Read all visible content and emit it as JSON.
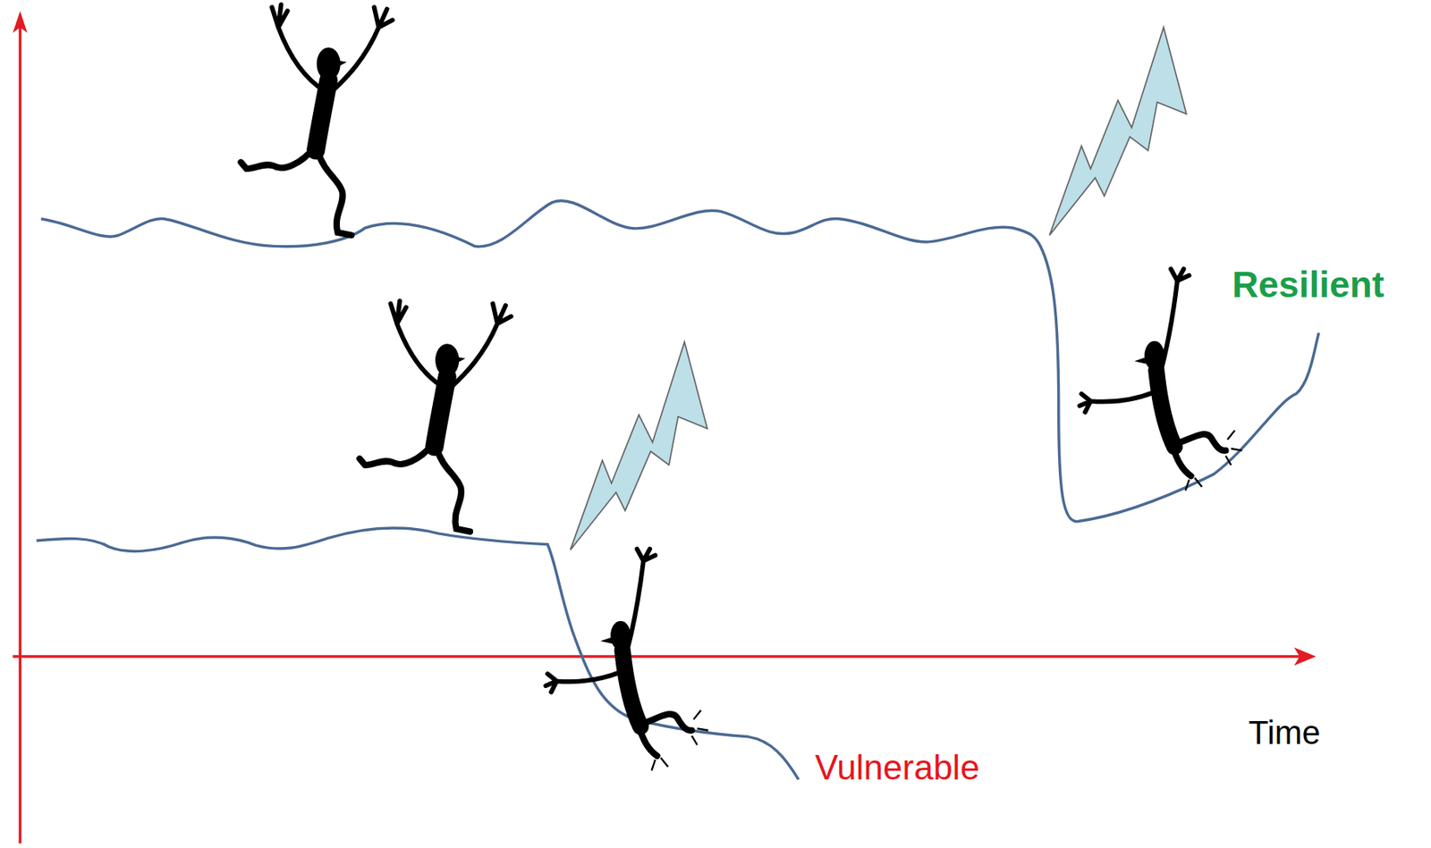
{
  "diagram": {
    "labels": [
      "Resilient",
      "Vulnerable",
      "Time"
    ]
  }
}
